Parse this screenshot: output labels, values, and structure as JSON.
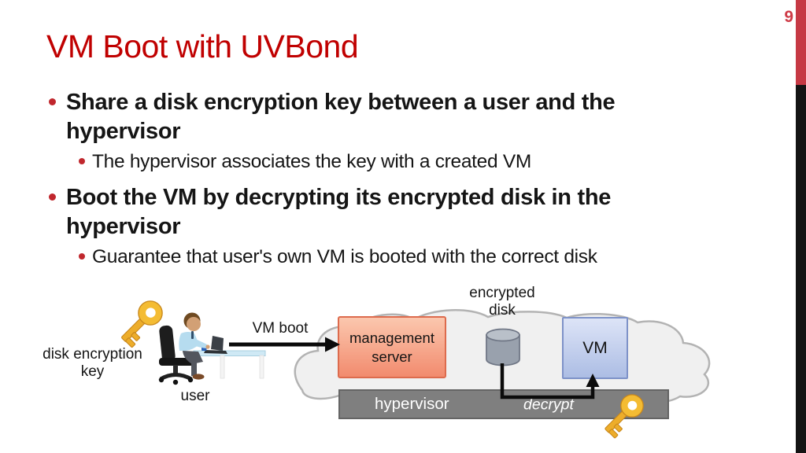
{
  "slide": {
    "title": "VM Boot with UVBond",
    "page_number": "9"
  },
  "bullets": [
    {
      "level": 1,
      "lines": [
        "Share a disk encryption key between a user and the",
        "hypervisor"
      ]
    },
    {
      "level": 2,
      "lines": [
        "The hypervisor associates the key with a created VM"
      ]
    },
    {
      "level": 1,
      "lines": [
        "Boot the VM by decrypting its encrypted disk in the",
        "hypervisor"
      ]
    },
    {
      "level": 2,
      "lines": [
        "Guarantee that user's own VM is booted with the correct disk"
      ]
    }
  ],
  "diagram": {
    "disk_key_label": {
      "line1": "disk encryption",
      "line2": "key"
    },
    "user_label": "user",
    "vm_boot_label": "VM boot",
    "management_server": {
      "line1": "management",
      "line2": "server"
    },
    "encrypted_disk": {
      "line1": "encrypted",
      "line2": "disk"
    },
    "vm_label": "VM",
    "hypervisor_label": "hypervisor",
    "decrypt_label": "decrypt"
  },
  "colors": {
    "title_red": "#C00000",
    "accent_bar_red": "#C63944",
    "accent_bar_black": "#141414",
    "bullet_dot_red": "#C0272D",
    "management_box_border": "#DD6B4D",
    "management_box_fill": "#F5A489",
    "vm_box_border": "#7E92C8",
    "vm_box_fill": "#C5D1EE",
    "hypervisor_gray": "#7F7F7F",
    "key_gold": "#EDAD2A",
    "cloud_fill": "#F0F0F0",
    "cloud_stroke": "#B3B3B3"
  }
}
